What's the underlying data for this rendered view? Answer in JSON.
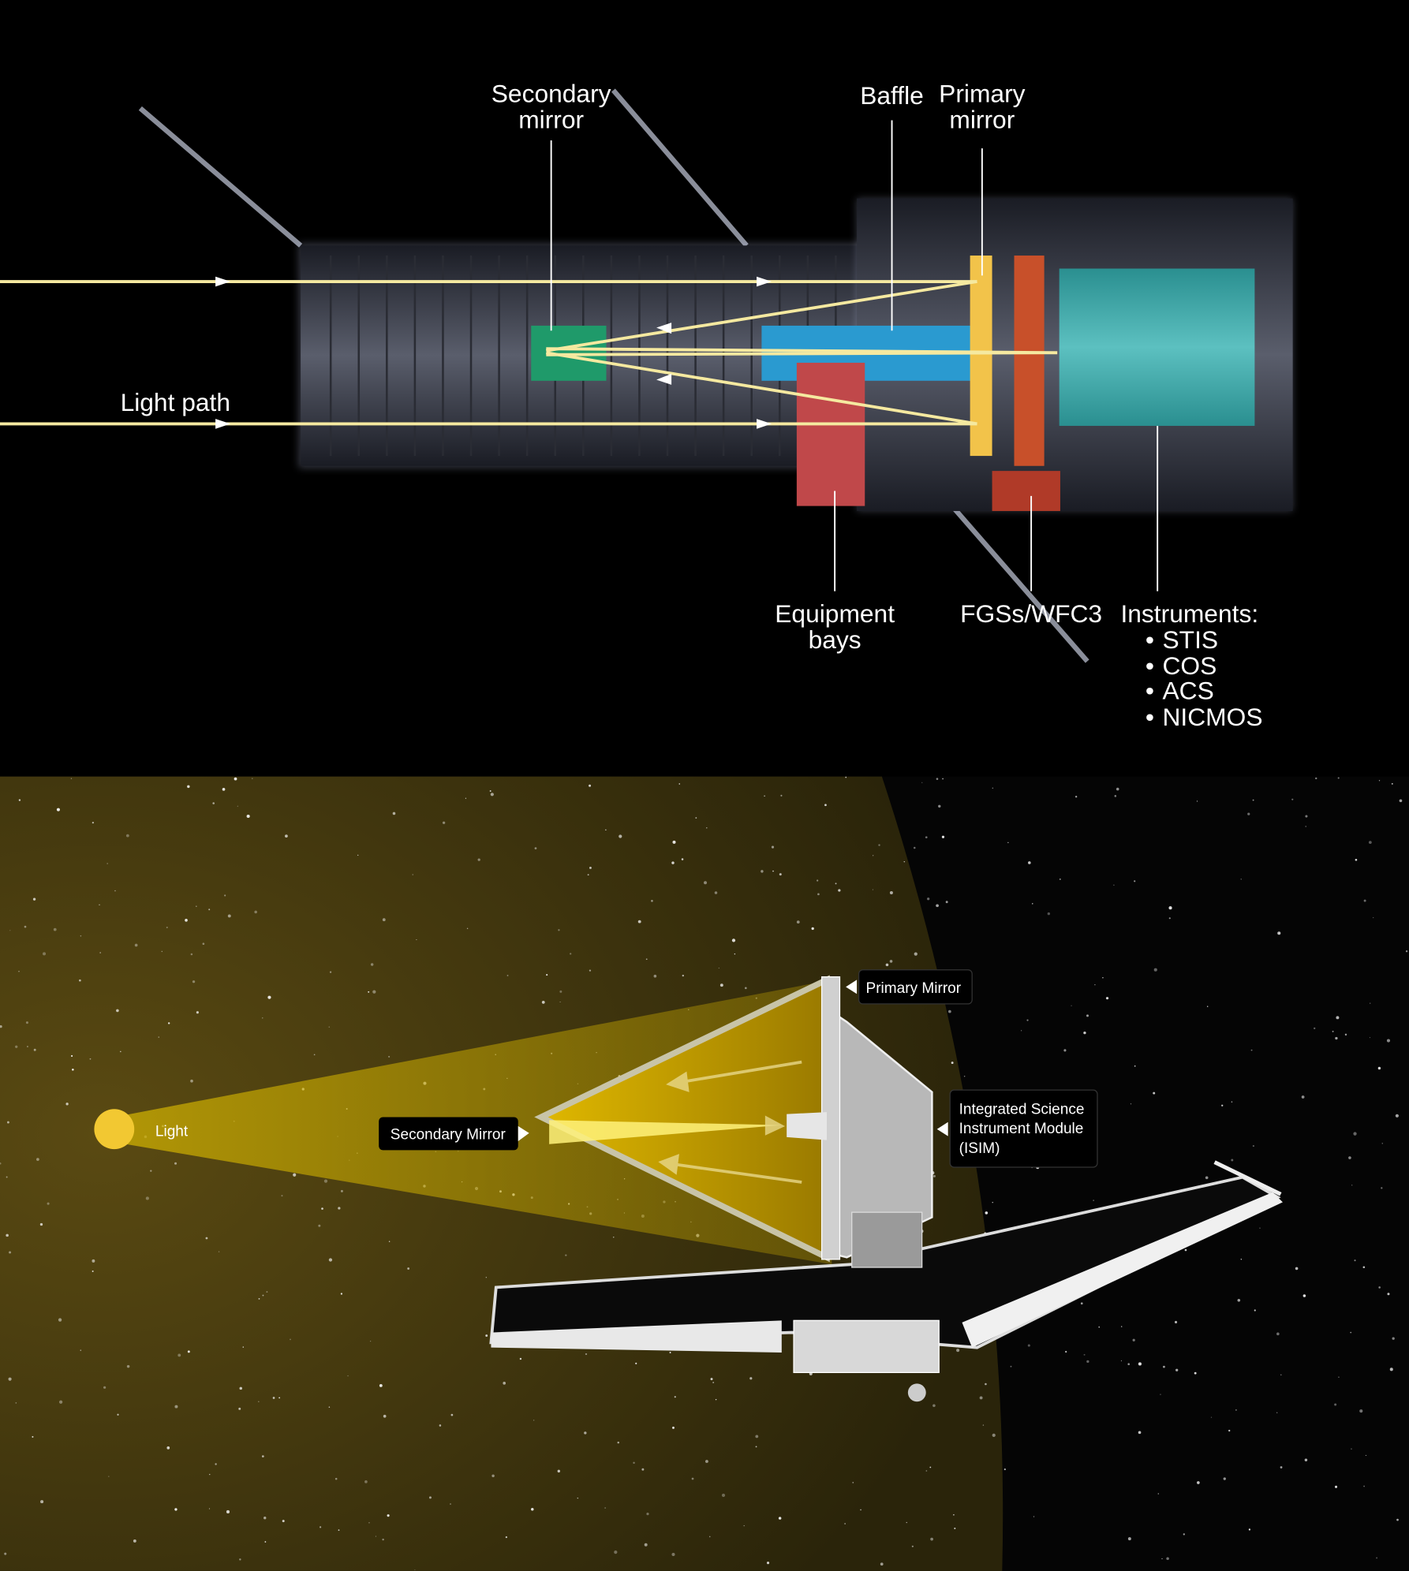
{
  "hubble": {
    "labels": {
      "secondary_mirror": [
        "Secondary",
        "mirror"
      ],
      "baffle": "Baffle",
      "primary_mirror": [
        "Primary",
        "mirror"
      ],
      "light_path": "Light path",
      "equipment_bays": [
        "Equipment",
        "bays"
      ],
      "fgs_wfc3": "FGSs/WFC3",
      "instruments_title": "Instruments:",
      "instruments": [
        "STIS",
        "COS",
        "ACS",
        "NICMOS"
      ]
    },
    "colors": {
      "light": "#f5e9a0",
      "secondary": "#1f9a6a",
      "baffle": "#2a9ad0",
      "primary": "#f2c34a",
      "instruments": "#3aa5a5",
      "bays": "#c0484a"
    }
  },
  "webb": {
    "labels": {
      "light": "Light",
      "secondary_mirror": "Secondary Mirror",
      "primary_mirror": "Primary Mirror",
      "isim": [
        "Integrated Science",
        "Instrument Module",
        "(ISIM)"
      ]
    },
    "colors": {
      "beam": "#c9a800",
      "haze": "#4a3e10"
    }
  }
}
